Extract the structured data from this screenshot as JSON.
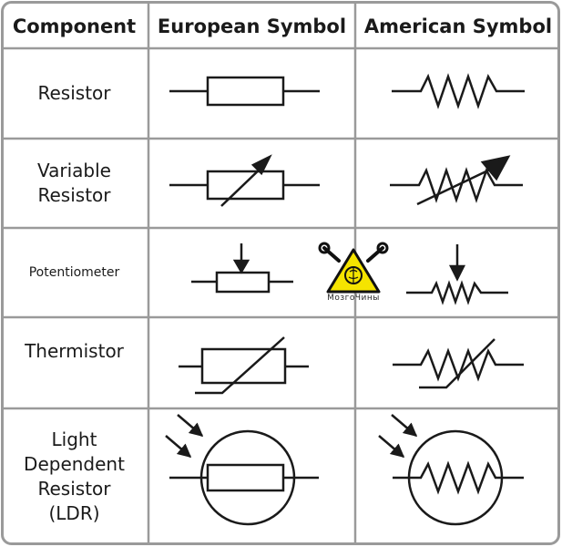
{
  "headers": {
    "component": "Component",
    "european": "European Symbol",
    "american": "American Symbol"
  },
  "rows": [
    {
      "component": "Resistor",
      "euro_symbol": "resistor-european-symbol",
      "us_symbol": "resistor-american-symbol"
    },
    {
      "component": "Variable Resistor",
      "euro_symbol": "variable-resistor-european-symbol",
      "us_symbol": "variable-resistor-american-symbol"
    },
    {
      "component": "Potentiometer",
      "euro_symbol": "potentiometer-european-symbol",
      "us_symbol": "potentiometer-american-symbol"
    },
    {
      "component": "Thermistor",
      "euro_symbol": "thermistor-european-symbol",
      "us_symbol": "thermistor-american-symbol"
    },
    {
      "component": "Light Dependent Resistor (LDR)",
      "euro_symbol": "ldr-european-symbol",
      "us_symbol": "ldr-american-symbol"
    }
  ],
  "watermark": {
    "text": "МозгоЧины",
    "icon": "brain-wrench-warning-logo",
    "color": "#f5e400"
  },
  "colors": {
    "line": "#1a1a1a",
    "grid": "#9a9a9a"
  }
}
